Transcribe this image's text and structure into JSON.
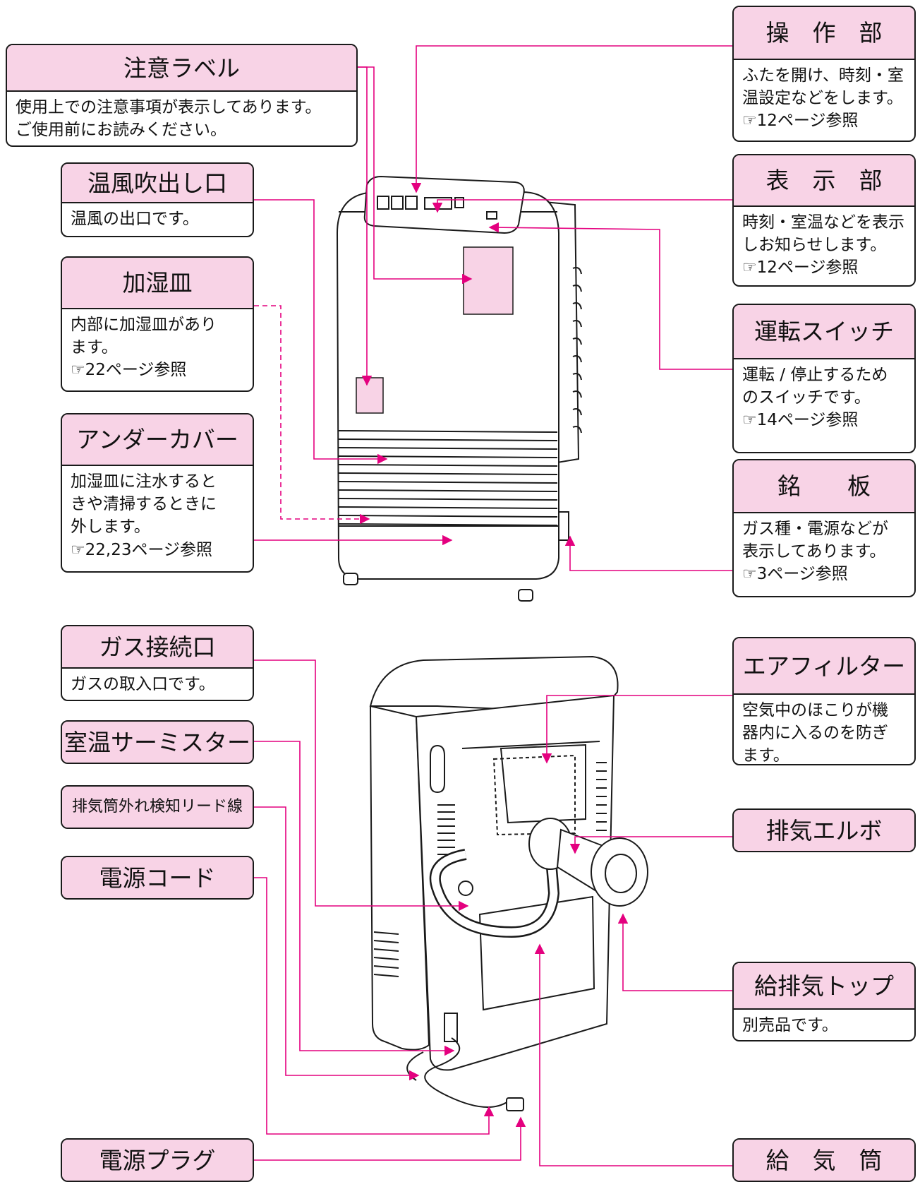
{
  "colors": {
    "header_fill": "#f8d3e6",
    "leader_line": "#e4007f",
    "label_patch": "#f8d3e6",
    "outline": "#1a1a1a"
  },
  "labels": {
    "chuui": {
      "title": "注意ラベル",
      "desc": "使用上での注意事項が表示してあります。\nご使用前にお読みください。"
    },
    "sousabu": {
      "title": "操　作　部",
      "desc": "ふたを開け、時刻・室\n温設定などをします。\n☞12ページ参照"
    },
    "onpuu": {
      "title": "温風吹出し口",
      "desc": "温風の出口です。"
    },
    "hyoujibu": {
      "title": "表　示　部",
      "desc": "時刻・室温などを表示\nしお知らせします。\n☞12ページ参照"
    },
    "kashitsu": {
      "title": "加湿皿",
      "desc": "内部に加湿皿があり\nます。\n☞22ページ参照"
    },
    "unten": {
      "title": "運転スイッチ",
      "desc": "運転 / 停止するため\nのスイッチです。\n☞14ページ参照"
    },
    "under": {
      "title": "アンダーカバー",
      "desc": "加湿皿に注水すると\nきや清掃するときに\n外します。\n☞22,23ページ参照"
    },
    "meiban": {
      "title": "銘　　板",
      "desc": "ガス種・電源などが\n表示してあります。\n☞3ページ参照"
    },
    "gas": {
      "title": "ガス接続口",
      "desc": "ガスの取入口です。"
    },
    "air": {
      "title": "エアフィルター",
      "desc": "空気中のほこりが機\n器内に入るのを防ぎ\nます。"
    },
    "thermistor": {
      "title": "室温サーミスター"
    },
    "lead": {
      "title": "排気筒外れ検知リード線"
    },
    "elbow": {
      "title": "排気エルボ"
    },
    "cord": {
      "title": "電源コード"
    },
    "top": {
      "title": "給排気トップ",
      "desc": "別売品です。"
    },
    "plug": {
      "title": "電源プラグ"
    },
    "kyuki": {
      "title": "給　気　筒"
    }
  }
}
